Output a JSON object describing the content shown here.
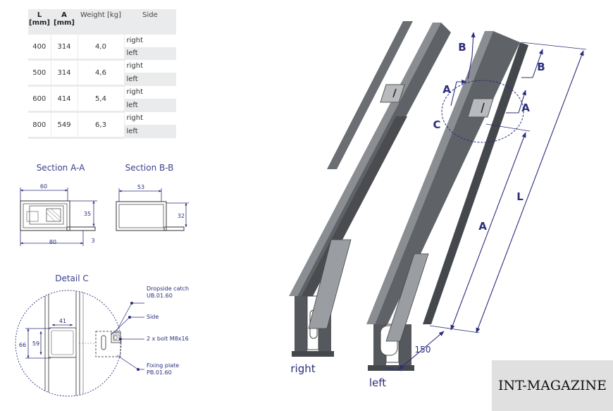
{
  "table": {
    "headers": {
      "L": "L",
      "L_unit": "[mm]",
      "A": "A",
      "A_unit": "[mm]",
      "weight": "Weight [kg]",
      "side": "Side"
    },
    "rows": [
      {
        "L": "400",
        "A": "314",
        "weight": "4,0",
        "side_right": "right",
        "side_left": "left"
      },
      {
        "L": "500",
        "A": "314",
        "weight": "4,6",
        "side_right": "right",
        "side_left": "left"
      },
      {
        "L": "600",
        "A": "414",
        "weight": "5,4",
        "side_right": "right",
        "side_left": "left"
      },
      {
        "L": "800",
        "A": "549",
        "weight": "6,3",
        "side_right": "right",
        "side_left": "left"
      }
    ]
  },
  "section_aa": {
    "title": "Section A-A",
    "dim_top": "60",
    "dim_right": "35",
    "dim_bottom": "80",
    "dim_small": "3"
  },
  "section_bb": {
    "title": "Section B-B",
    "dim_top": "53",
    "dim_right": "32"
  },
  "detail_c": {
    "title": "Detail C",
    "dim_width": "41",
    "dim_outer": "66",
    "dim_inner": "59",
    "label_dropside": "Dropside catch",
    "code_dropside": "UB.01.60",
    "label_side": "Side",
    "label_bolt": "2 x bolt M8x16",
    "label_plate": "Fixing plate",
    "code_plate": "PB.01.60"
  },
  "main": {
    "label_right": "right",
    "label_left": "left",
    "mark_a": "A",
    "mark_b": "B",
    "mark_c": "C",
    "mark_l": "L",
    "dim_150": "150"
  },
  "watermark": "INT-MAGAZINE",
  "colors": {
    "dim_blue": "#2b2f7a",
    "rail_dark": "#4a4c50",
    "rail_mid": "#5f6266",
    "rail_light": "#8a8d91",
    "table_gray": "#e9ebec"
  }
}
